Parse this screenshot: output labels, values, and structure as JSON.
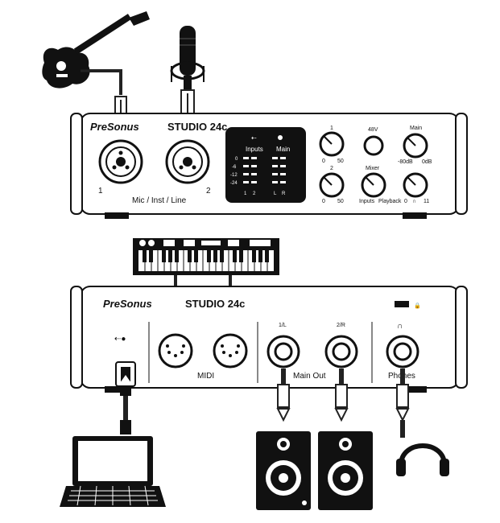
{
  "top_unit": {
    "brand": "PreSonus",
    "model": "STUDIO 24c",
    "input_label": "Mic / Inst / Line",
    "input_1": "1",
    "input_2": "2",
    "meter": {
      "inputs_label": "Inputs",
      "main_label": "Main",
      "scale": [
        "0",
        "-6",
        "-12",
        "-24"
      ],
      "ch_labels": [
        "1",
        "2",
        "L",
        "R"
      ]
    },
    "knobs": {
      "gain_1": "1",
      "gain_2": "2",
      "gain_range_min": "0",
      "gain_range_max": "50",
      "phantom": "48V",
      "mixer": "Mixer",
      "mixer_left": "Inputs",
      "mixer_right": "Playback",
      "main": "Main",
      "main_min": "-80dB",
      "main_max": "0dB",
      "phones_min": "0",
      "phones_max": "11"
    }
  },
  "bottom_unit": {
    "brand": "PreSonus",
    "model": "STUDIO 24c",
    "midi_label": "MIDI",
    "main_out_label": "Main Out",
    "out_1": "1/L",
    "out_2": "2/R",
    "phones_label": "Phones"
  },
  "icons": [
    "guitar-icon",
    "microphone-icon",
    "keyboard-icon",
    "laptop-icon",
    "speaker-icon",
    "headphones-icon",
    "usb-icon",
    "lock-icon"
  ]
}
